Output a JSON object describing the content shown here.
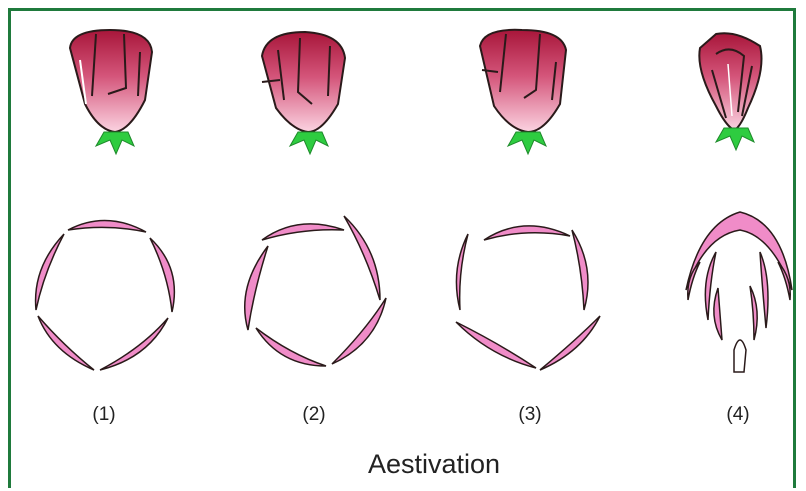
{
  "title": "Aestivation",
  "labels": [
    "(1)",
    "(2)",
    "(3)",
    "(4)"
  ],
  "colors": {
    "frame": "#1f7a3c",
    "petal_dark": "#b0223f",
    "petal_light": "#f7c7d8",
    "petal_section": "#f08cc8",
    "sepal": "#2ecc40",
    "outline": "#2a1a1a"
  }
}
